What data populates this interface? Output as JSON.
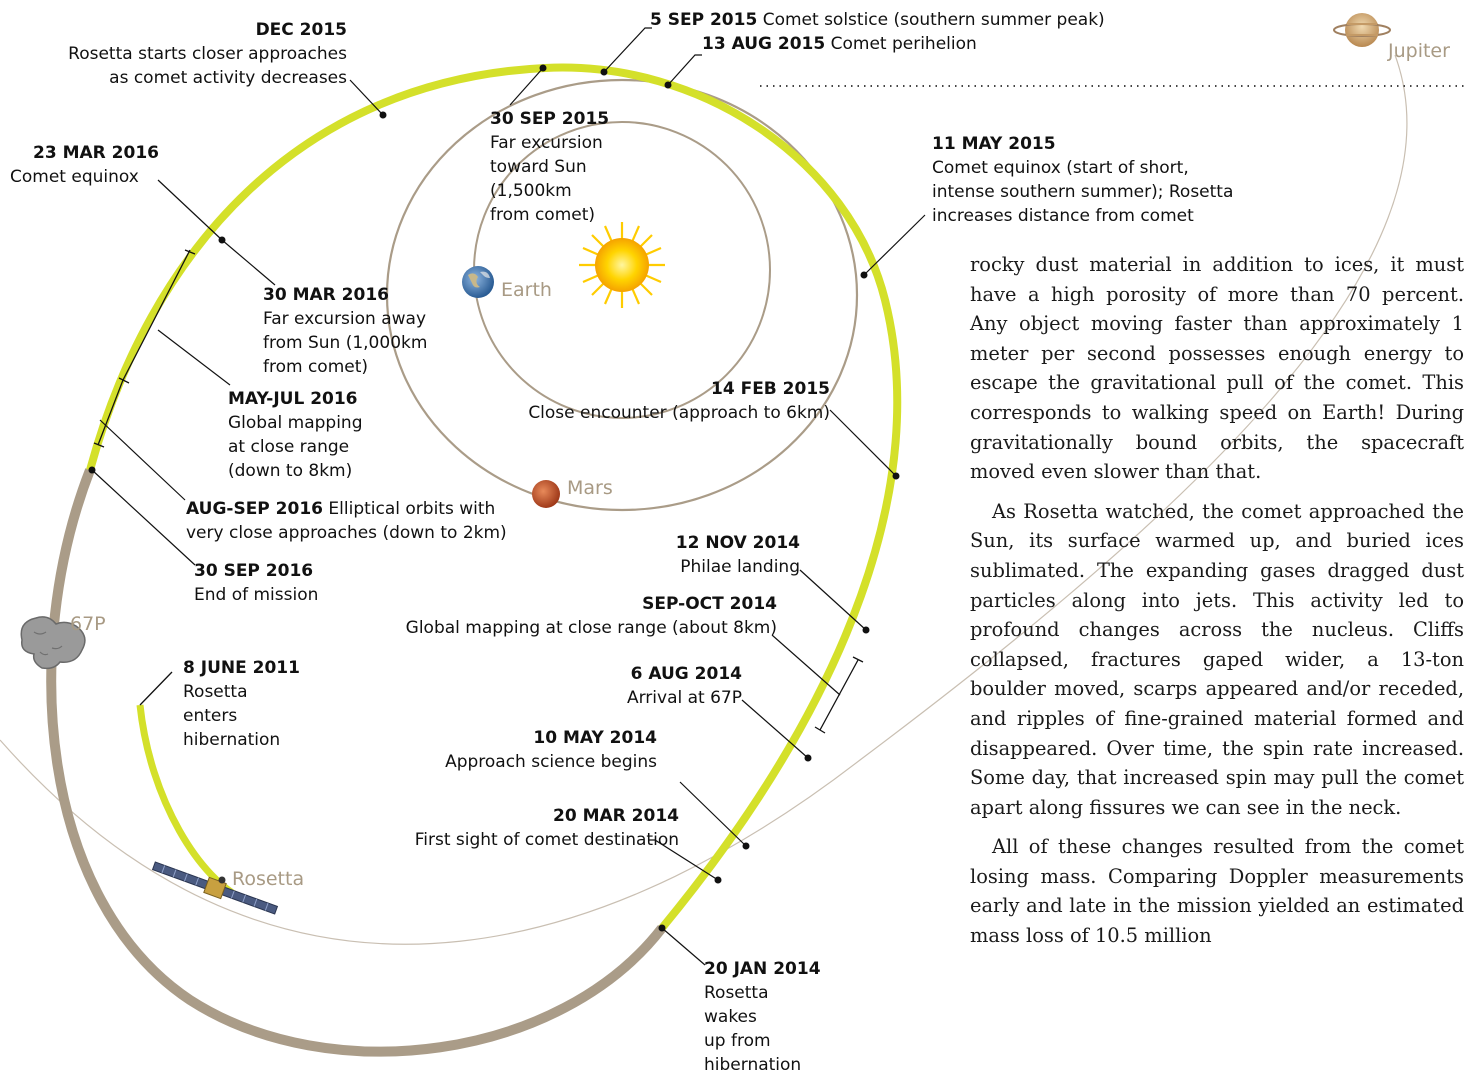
{
  "labels": {
    "dec2015": {
      "date": "DEC 2015",
      "text": "Rosetta starts closer approaches\nas comet activity decreases"
    },
    "sep5_2015": {
      "date": "5 SEP 2015",
      "text": "Comet solstice (southern summer peak)"
    },
    "aug13_2015": {
      "date": "13 AUG 2015",
      "text": "Comet perihelion"
    },
    "sep30_2015": {
      "date": "30 SEP 2015",
      "text": "Far excursion\ntoward Sun\n(1,500km\nfrom comet)"
    },
    "may11_2015": {
      "date": "11 MAY 2015",
      "text": "Comet equinox (start of short,\nintense southern summer); Rosetta\nincreases distance from comet"
    },
    "mar23_2016": {
      "date": "23 MAR 2016",
      "text": "Comet equinox"
    },
    "mar30_2016": {
      "date": "30 MAR 2016",
      "text": "Far excursion away\nfrom Sun (1,000km\nfrom comet)"
    },
    "mayjul2016": {
      "date": "MAY-JUL 2016",
      "text": "Global mapping\nat close range\n(down to 8km)"
    },
    "feb14_2015": {
      "date": "14 FEB 2015",
      "text": "Close encounter (approach to 6km)"
    },
    "augsep2016": {
      "date": "AUG-SEP 2016",
      "text": "Elliptical orbits with\nvery close approaches (down to 2km)"
    },
    "sep30_2016": {
      "date": "30 SEP 2016",
      "text": "End of mission"
    },
    "nov12_2014": {
      "date": "12 NOV 2014",
      "text": "Philae landing"
    },
    "sepoct2014": {
      "date": "SEP-OCT 2014",
      "text": "Global mapping at close range (about 8km)"
    },
    "aug6_2014": {
      "date": "6 AUG 2014",
      "text": "Arrival at 67P"
    },
    "jun8_2011": {
      "date": "8 JUNE 2011",
      "text": "Rosetta\nenters\nhibernation"
    },
    "may10_2014": {
      "date": "10 MAY 2014",
      "text": "Approach science begins"
    },
    "mar20_2014": {
      "date": "20 MAR 2014",
      "text": "First sight of comet destination"
    },
    "jan20_2014": {
      "date": "20 JAN 2014",
      "text": "Rosetta\nwakes\nup from\nhibernation"
    }
  },
  "bodies": {
    "jupiter": "Jupiter",
    "earth": "Earth",
    "mars": "Mars",
    "comet": "67P",
    "rosetta": "Rosetta"
  },
  "colors": {
    "trajectory": "#d4e02a",
    "orbit": "#aa9c88",
    "sun": "#ffcc00",
    "mars": "#c2502a",
    "earth": "#3a6fa8",
    "planet_label": "#a89a84"
  },
  "article": {
    "paragraphs": [
      "rocky dust material in addition to ices, it must have a high porosity of more than 70 percent. Any object moving faster than approximately 1 meter per second possesses enough energy to escape the gravitational pull of the comet. This corresponds to walking speed on Earth! During gravitationally bound orbits, the space­craft moved even slower than that.",
      "As Rosetta watched, the comet approached the Sun, its surface warmed up, and buried ices sublimated. The expanding gases dragged dust particles along into jets. This activity led to profound changes across the nucleus. Cliffs collapsed, fractures gaped wider, a 13-ton boulder moved, scarps appeared and/or receded, and ripples of fine-grained material formed and disappeared. Over time, the spin rate increased. Some day, that increased spin may pull the comet apart along fissures we can see in the neck.",
      "All of these changes resulted from the comet losing mass. Comparing Doppler measurements early and late in the mission yielded an estimated mass loss of 10.5 million"
    ]
  }
}
